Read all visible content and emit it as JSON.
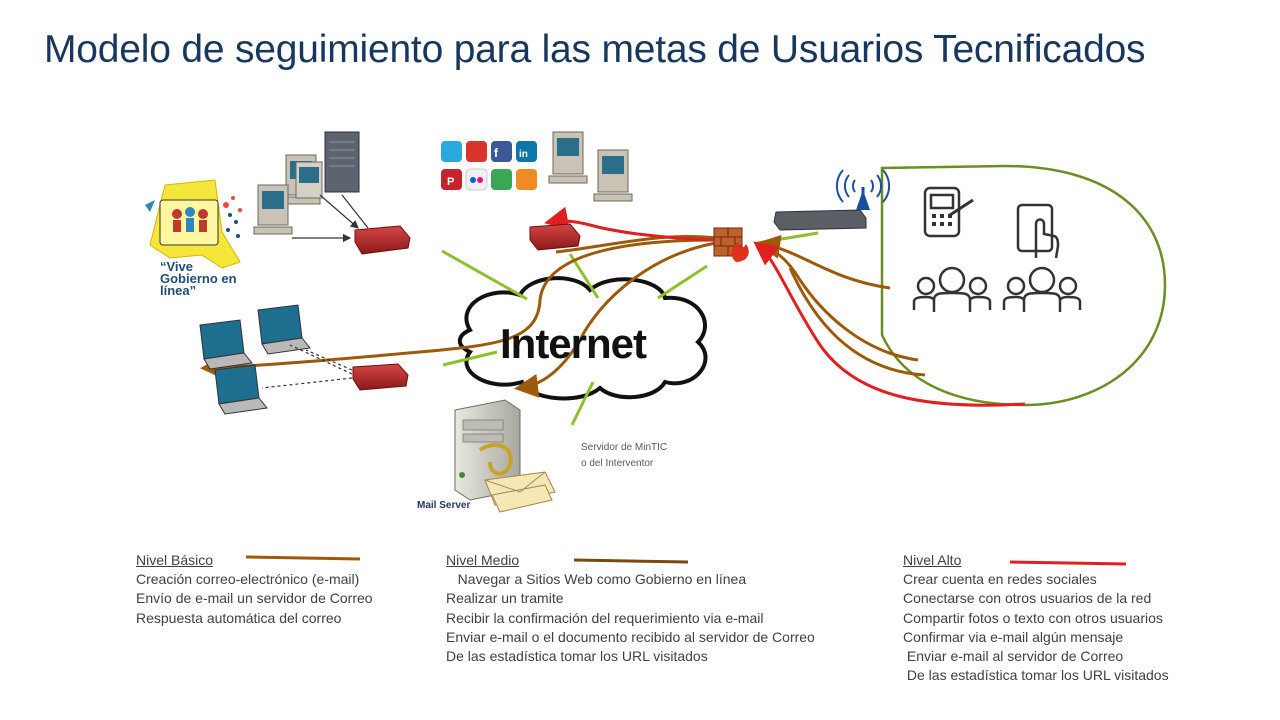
{
  "title": "Modelo de seguimiento para las metas de Usuarios Tecnificados",
  "diagram": {
    "internet_label": "Internet",
    "logo_text": "“Vive Gobierno en línea”",
    "mail_server_label": "Mail Server",
    "server_caption_line1": "Servidor de MinTIC",
    "server_caption_line2": "o del Interventor",
    "social_icons": [
      "twitter-icon",
      "youtube-icon",
      "facebook-icon",
      "linkedin-icon",
      "pinterest-icon",
      "flickr-icon",
      "share-icon",
      "rss-icon"
    ],
    "colors": {
      "basic": "#9c5a0a",
      "medium": "#7a4a10",
      "high": "#e02020",
      "green_lines": "#8fbf2f",
      "user_zone": "#6b8e23",
      "title": "#17375e"
    }
  },
  "legend": {
    "basic": {
      "heading": "Nivel Básico",
      "items": [
        "Creación correo-electrónico (e-mail)",
        "Envío de e-mail un servidor de Correo",
        "Respuesta automática del correo"
      ]
    },
    "medium": {
      "heading": "Nivel Medio",
      "items": [
        "   Navegar a Sitios Web como Gobierno en línea",
        "Realizar un tramite",
        "Recibir la confirmación del requerimiento via e-mail",
        "Enviar e-mail o el documento recibido al servidor de Correo",
        "De las estadística tomar los URL visitados"
      ]
    },
    "high": {
      "heading": "Nivel Alto",
      "items": [
        "Crear cuenta en redes sociales",
        "Conectarse con otros usuarios de la red",
        "Compartir fotos o texto con otros usuarios",
        "Confirmar via e-mail algún mensaje",
        " Enviar e-mail al servidor de Correo",
        " De las estadística tomar los URL visitados"
      ]
    }
  }
}
